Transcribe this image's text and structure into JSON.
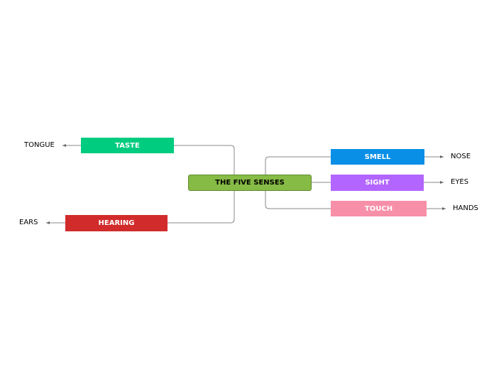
{
  "mindmap": {
    "central": {
      "label": "THE FIVE SENSES",
      "color": "#86bb45"
    },
    "branches": {
      "taste": {
        "label": "TASTE",
        "color": "#00cc7f",
        "leaf": "TONGUE"
      },
      "hearing": {
        "label": "HEARING",
        "color": "#d22b2b",
        "leaf": "EARS"
      },
      "smell": {
        "label": "SMELL",
        "color": "#0a8fe6",
        "leaf": "NOSE"
      },
      "sight": {
        "label": "SIGHT",
        "color": "#b265ff",
        "leaf": "EYES"
      },
      "touch": {
        "label": "TOUCH",
        "color": "#f88fa9",
        "leaf": "HANDS"
      }
    },
    "line_color": "#888888"
  }
}
